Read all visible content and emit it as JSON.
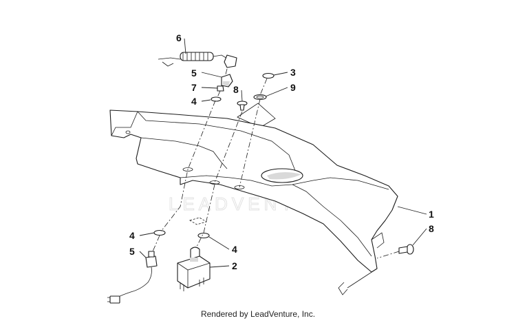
{
  "watermark": {
    "text": "LEADVENTURE"
  },
  "footer": {
    "text": "Rendered by LeadVenture, Inc."
  },
  "callouts": [
    {
      "id": "c6",
      "label": "6"
    },
    {
      "id": "c5a",
      "label": "5"
    },
    {
      "id": "c7",
      "label": "7"
    },
    {
      "id": "c4a",
      "label": "4"
    },
    {
      "id": "c8a",
      "label": "8"
    },
    {
      "id": "c3",
      "label": "3"
    },
    {
      "id": "c9",
      "label": "9"
    },
    {
      "id": "c1",
      "label": "1"
    },
    {
      "id": "c8b",
      "label": "8"
    },
    {
      "id": "c4b",
      "label": "4"
    },
    {
      "id": "c5b",
      "label": "5"
    },
    {
      "id": "c4c",
      "label": "4"
    },
    {
      "id": "c2",
      "label": "2"
    }
  ]
}
